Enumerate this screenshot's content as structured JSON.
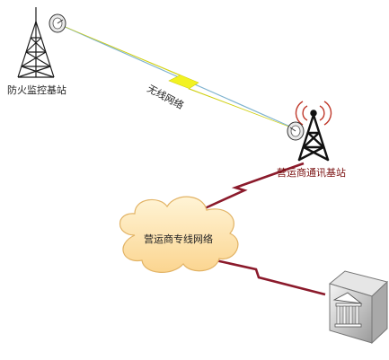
{
  "nodes": {
    "fire_station": {
      "label": "防火监控基站"
    },
    "carrier_station": {
      "label": "营运商通讯基站"
    },
    "carrier_network": {
      "label": "营运商专线网络"
    },
    "server": {
      "label": ""
    }
  },
  "links": {
    "wireless": {
      "label": "无线网络"
    }
  },
  "colors": {
    "wireless_bolt": "#f2f222",
    "wired_line": "#8b1a2b",
    "cloud_fill": "#fde2a6",
    "cloud_stroke": "#e2b365",
    "tower_stroke": "#1a1a1a"
  }
}
